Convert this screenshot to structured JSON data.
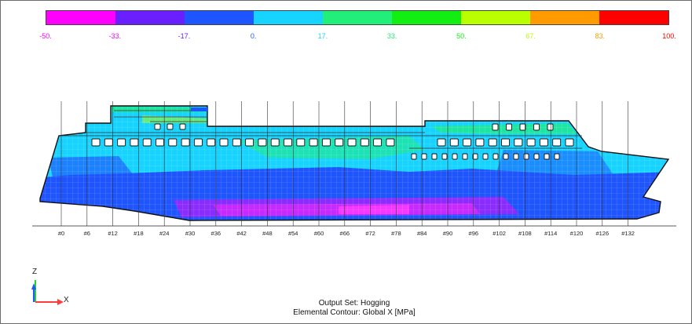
{
  "legend": {
    "colors": [
      "#ff00ff",
      "#6a1fff",
      "#1f55ff",
      "#17d3ff",
      "#22ee7a",
      "#12ee12",
      "#baff00",
      "#ff9a00",
      "#ff0000"
    ],
    "ticks": [
      {
        "label": "-50.",
        "color": "#ff00ff"
      },
      {
        "label": "-33.",
        "color": "#ff00ff"
      },
      {
        "label": "-17.",
        "color": "#6a1fff"
      },
      {
        "label": "0.",
        "color": "#1f55ff"
      },
      {
        "label": "17.",
        "color": "#17d3ff"
      },
      {
        "label": "33.",
        "color": "#22ee7a"
      },
      {
        "label": "50.",
        "color": "#12ee12"
      },
      {
        "label": "67.",
        "color": "#baff00"
      },
      {
        "label": "83.",
        "color": "#ff9a00"
      },
      {
        "label": "100.",
        "color": "#ff0000"
      }
    ]
  },
  "frames": [
    "#0",
    "#6",
    "#12",
    "#18",
    "#24",
    "#30",
    "#36",
    "#42",
    "#48",
    "#54",
    "#60",
    "#66",
    "#72",
    "#78",
    "#84",
    "#90",
    "#96",
    "#102",
    "#108",
    "#114",
    "#120",
    "#126",
    "#132"
  ],
  "axes": {
    "z": "Z",
    "x": "X"
  },
  "caption": {
    "line1": "Output Set: Hogging",
    "line2": "Elemental Contour: Global X [MPa]"
  }
}
